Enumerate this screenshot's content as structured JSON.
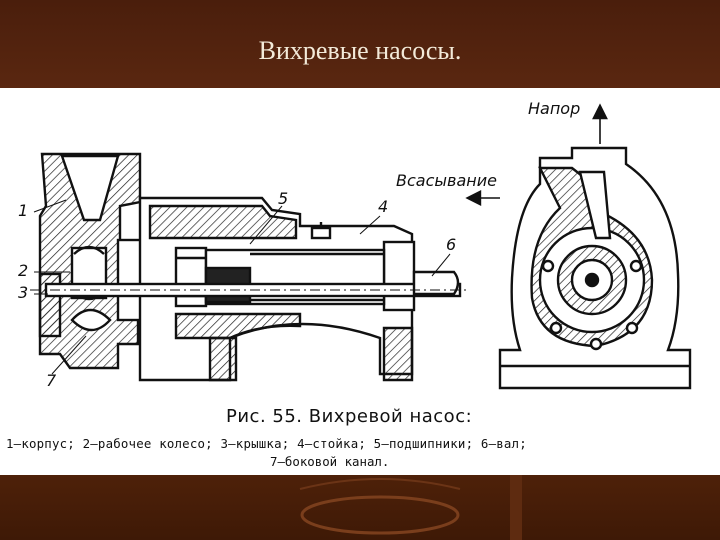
{
  "slide": {
    "title": "Вихревые насосы.",
    "colors": {
      "band": "#4e2109",
      "title_text": "#f3ead9"
    }
  },
  "figure": {
    "caption_title": "Рис. 55. Вихревой насос:",
    "legend_line1": "1—корпус; 2—рабочее колесо; 3—крышка; 4—стойка; 5—подшипники; 6—вал;",
    "legend_line2": "7—боковой канал.",
    "labels": {
      "l1": "1",
      "l2": "2",
      "l3": "3",
      "l4": "4",
      "l5": "5",
      "l6": "6",
      "l7": "7",
      "suction": "Всасывание",
      "head": "Напор"
    }
  }
}
